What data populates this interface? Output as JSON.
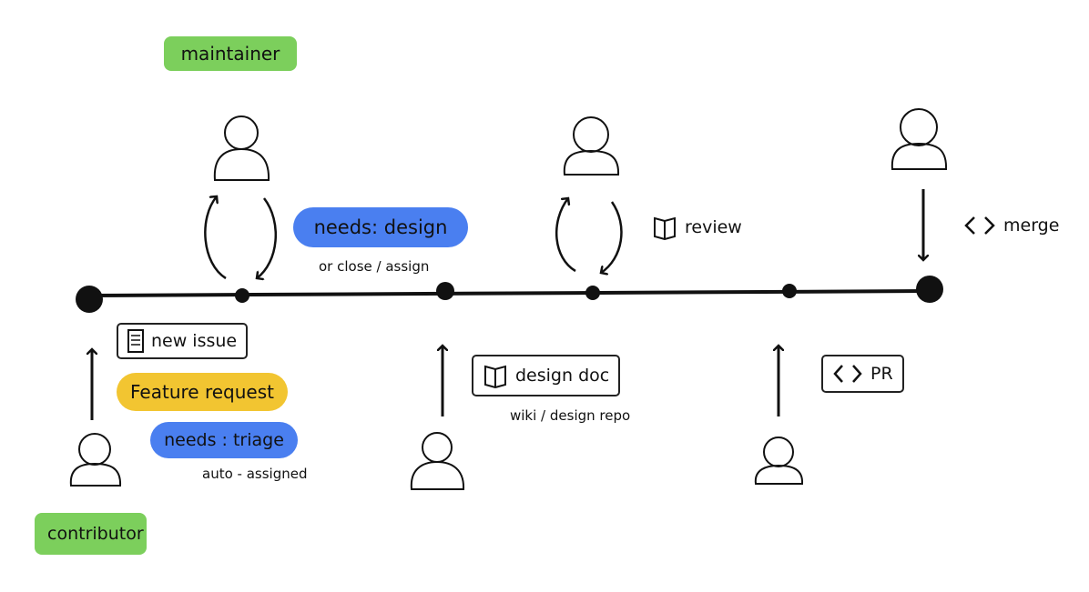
{
  "roles": {
    "maintainer": {
      "label": "maintainer",
      "color": "#7ccf5c"
    },
    "contributor": {
      "label": "contributor",
      "color": "#7ccf5c"
    }
  },
  "labels": {
    "needs_design": {
      "label": "needs: design",
      "color": "#4a7ff0"
    },
    "or_close_assign": "or close / assign",
    "review": "review",
    "merge": "merge",
    "new_issue": "new issue",
    "feature_request": {
      "label": "Feature request",
      "color": "#f2c531"
    },
    "needs_triage": {
      "label": "needs : triage",
      "color": "#4a7ff0"
    },
    "auto_assigned": "auto - assigned",
    "design_doc": "design doc",
    "wiki_design_repo": "wiki / design repo",
    "pr": "PR"
  },
  "icons": [
    "person-icon",
    "cycle-arrows-icon",
    "book-icon",
    "code-brackets-icon",
    "document-icon",
    "arrow-up-icon",
    "arrow-down-icon"
  ]
}
